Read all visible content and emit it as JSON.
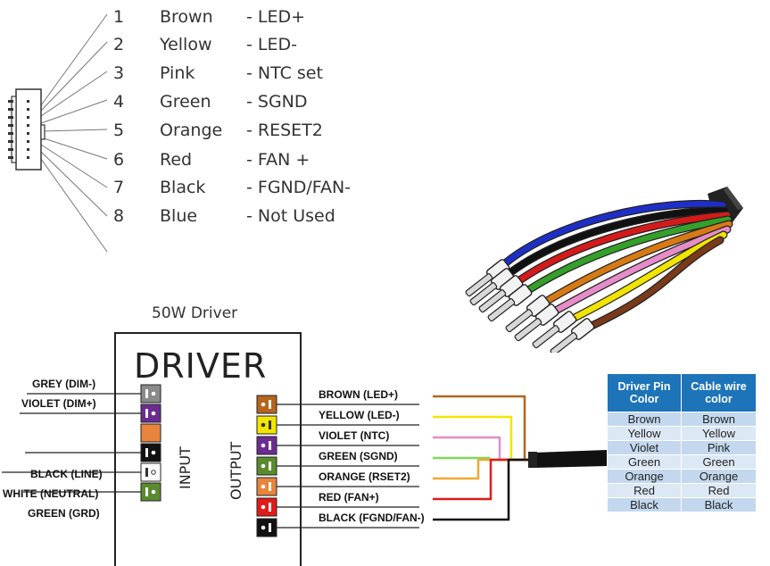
{
  "pinout": [
    {
      "num": "1",
      "color": "Brown",
      "func": "- LED+"
    },
    {
      "num": "2",
      "color": "Yellow",
      "func": "- LED-"
    },
    {
      "num": "3",
      "color": "Pink",
      "func": "- NTC set"
    },
    {
      "num": "4",
      "color": "Green",
      "func": "- SGND"
    },
    {
      "num": "5",
      "color": "Orange",
      "func": "- RESET2"
    },
    {
      "num": "6",
      "color": "Red",
      "func": "- FAN +"
    },
    {
      "num": "7",
      "color": "Black",
      "func": "- FGND/FAN-"
    },
    {
      "num": "8",
      "color": "Blue",
      "func": "- Not Used"
    }
  ],
  "driver": {
    "title": "50W Driver",
    "name": "DRIVER",
    "input_label": "INPUT",
    "output_label": "OUTPUT"
  },
  "input_wires": [
    {
      "label": "GREY (DIM-)",
      "color": "#8a8a8a"
    },
    {
      "label": "VIOLET (DIM+)",
      "color": "#6b2c91"
    },
    {
      "label": "",
      "color": "#e8843c"
    },
    {
      "label": "BLACK (LINE)",
      "color": "#111111"
    },
    {
      "label": "WHITE (NEUTRAL)",
      "color": "#ffffff"
    },
    {
      "label": "GREEN (GRD)",
      "color": "#5b8a2e"
    }
  ],
  "output_wires": [
    {
      "label": "BROWN (LED+)",
      "color": "#b5651d"
    },
    {
      "label": "YELLOW (LED-)",
      "color": "#f2e600"
    },
    {
      "label": "VIOLET (NTC)",
      "color": "#6b2c91"
    },
    {
      "label": "GREEN (SGND)",
      "color": "#5b8a2e"
    },
    {
      "label": "ORANGE (RSET2)",
      "color": "#e8843c"
    },
    {
      "label": "RED (FAN+)",
      "color": "#e01b1b"
    },
    {
      "label": "BLACK (FGND/FAN-)",
      "color": "#111111"
    }
  ],
  "table": {
    "headers": [
      "Driver Pin Color",
      "Cable wire color"
    ],
    "rows": [
      [
        "Brown",
        "Brown"
      ],
      [
        "Yellow",
        "Yellow"
      ],
      [
        "Violet",
        "Pink"
      ],
      [
        "Green",
        "Green"
      ],
      [
        "Orange",
        "Orange"
      ],
      [
        "Red",
        "Red"
      ],
      [
        "Black",
        "Black"
      ]
    ]
  },
  "cable_colors": [
    "#1e2fc8",
    "#111111",
    "#d41a1a",
    "#35a02a",
    "#d87a14",
    "#e68cc8",
    "#f0e400",
    "#7a3a1a"
  ]
}
